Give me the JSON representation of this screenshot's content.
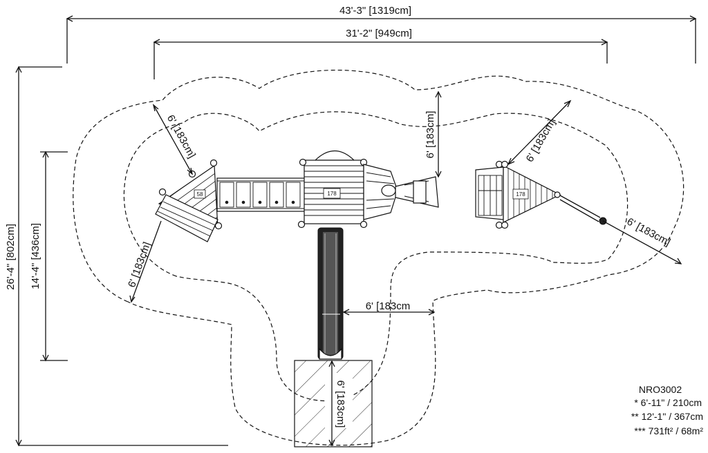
{
  "dimensions": {
    "overall_width": "43'-3\" [1319cm]",
    "inner_width": "31'-2\" [949cm]",
    "overall_depth": "26'-4\" [802cm]",
    "inner_depth": "14'-4\" [436cm]",
    "zone_top_left": "6' [183cm]",
    "zone_bottom_left": "6' [183cm]",
    "zone_top_center": "6' [183cm]",
    "zone_top_right": "6' [183cm]",
    "zone_right": "6' [183cm]",
    "zone_middle": "6' [183cm",
    "zone_slide": "6' [183cm]"
  },
  "deck_labels": {
    "left_deck": "58",
    "center_deck": "178",
    "right_deck": "178"
  },
  "info": {
    "model": "NRO3002",
    "line1": "* 6'-11\" / 210cm",
    "line2": "** 12'-1\" / 367cm",
    "line3": "*** 731ft² / 68m²"
  }
}
